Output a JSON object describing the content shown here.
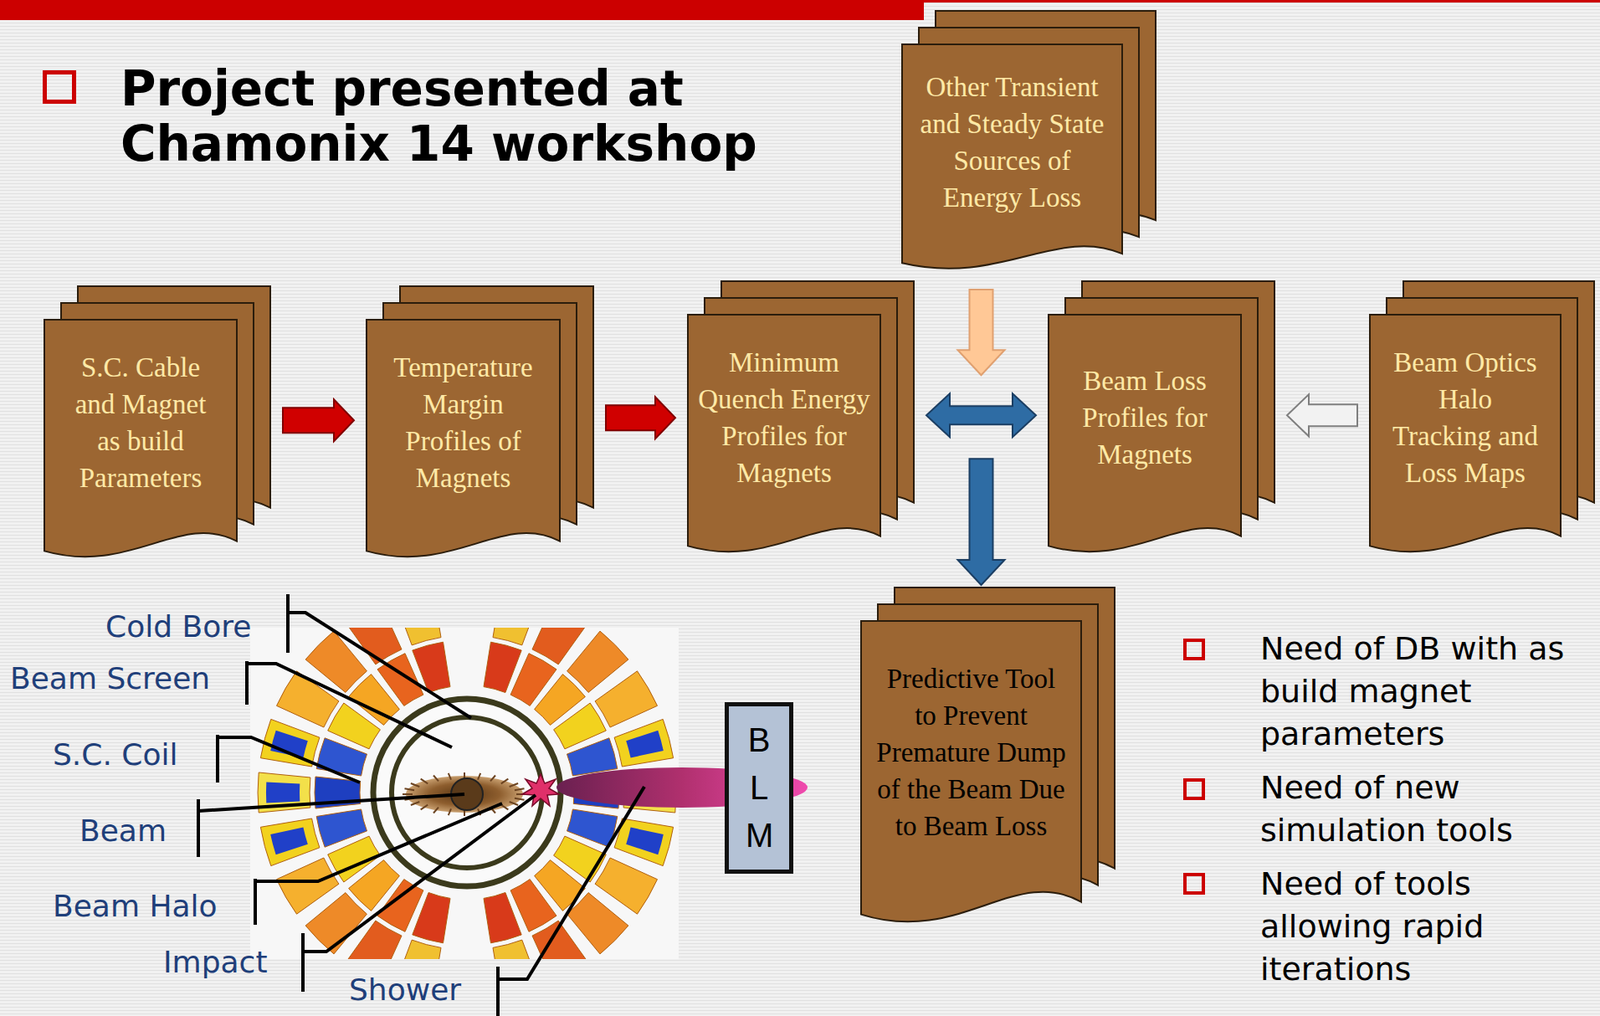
{
  "diagram": {
    "title": "Project presented at Chamonix 14 workshop",
    "nodes": [
      {
        "text": [
          "Other Transient and Steady State Sources of Energy Loss"
        ]
      },
      {
        "text": [
          "S.C. Cable and Magnet as build Parameters"
        ]
      },
      {
        "text": [
          "Temperature Margin Profiles of Magnets"
        ]
      },
      {
        "text": [
          "Minimum Quench Energy Profiles for Magnets"
        ]
      },
      {
        "text": [
          "Beam Loss Profiles for Magnets"
        ]
      },
      {
        "text": [
          "Beam Optics Halo Tracking and Loss Maps"
        ]
      },
      {
        "text": [
          "Predictive Tool to Prevent Premature Dump of the Beam Due to Beam Loss"
        ]
      },
      {
        "text": [
          "B L M"
        ]
      }
    ],
    "edges": [
      {
        "from": 1,
        "to": 2,
        "arrow": "to"
      },
      {
        "from": 2,
        "to": 3,
        "arrow": "to"
      },
      {
        "from": 3,
        "to": 4,
        "arrow": "both"
      },
      {
        "from": 5,
        "to": 4,
        "arrow": "to"
      },
      {
        "from": 0,
        "to": 6,
        "arrow": "to"
      }
    ],
    "labels": [
      "Cold Bore",
      "Beam Screen",
      "S.C. Coil",
      "Beam",
      "Beam Halo",
      "Impact",
      "Shower",
      "Need of DB with as build magnet parameters",
      "Need of new simulation tools",
      "Need of tools allowing rapid iterations"
    ]
  }
}
